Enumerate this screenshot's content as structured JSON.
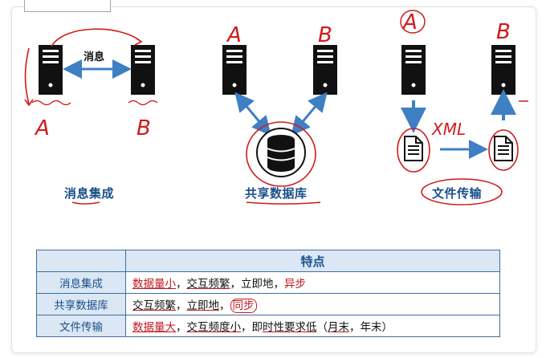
{
  "diagram": {
    "message_label": "消息",
    "handwritten": {
      "A1": "A",
      "B1": "B",
      "A2": "A",
      "B2": "B",
      "A3": "A",
      "B3": "B",
      "xml": "XML"
    },
    "captions": {
      "message": "消息集成",
      "shared_db": "共享数据库",
      "file": "文件传输"
    }
  },
  "table": {
    "header": "特点",
    "rows": [
      {
        "name": "消息集成",
        "parts": [
          "数据量小",
          "，",
          "交互频繁",
          "，立即地，",
          "异步"
        ]
      },
      {
        "name": "共享数据库",
        "parts": [
          "交互频繁",
          "，",
          "立即地",
          "，",
          "同步"
        ]
      },
      {
        "name": "文件传输",
        "parts": [
          "数据量大",
          "，",
          "交互频度小",
          "，即",
          "时性要求低",
          "（",
          "月末",
          "，年末）"
        ]
      }
    ]
  },
  "colors": {
    "ink_red": "#d11a1a",
    "arrow_blue": "#3f7fc4",
    "caption_blue": "#1a4f8b"
  }
}
